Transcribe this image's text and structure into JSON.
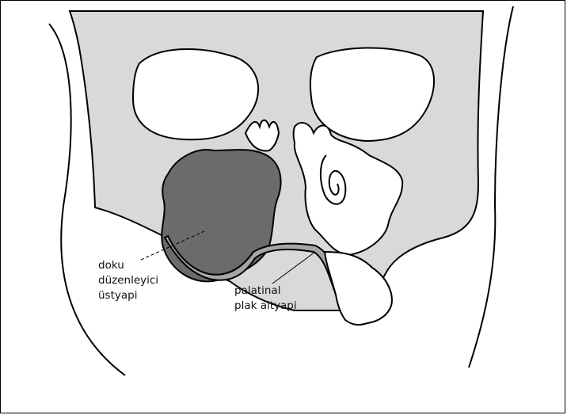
{
  "labels": {
    "left": {
      "line1": "doku",
      "line2": "düzenleyici",
      "line3": "üstyapi"
    },
    "right": {
      "line1": "palatinal",
      "line2": "plak altyapi"
    }
  },
  "colors": {
    "bone": "#d9d9d9",
    "obturator": "#6b6b6b",
    "plate": "#a6a6a6",
    "outline": "#000000",
    "cavity": "#ffffff"
  }
}
